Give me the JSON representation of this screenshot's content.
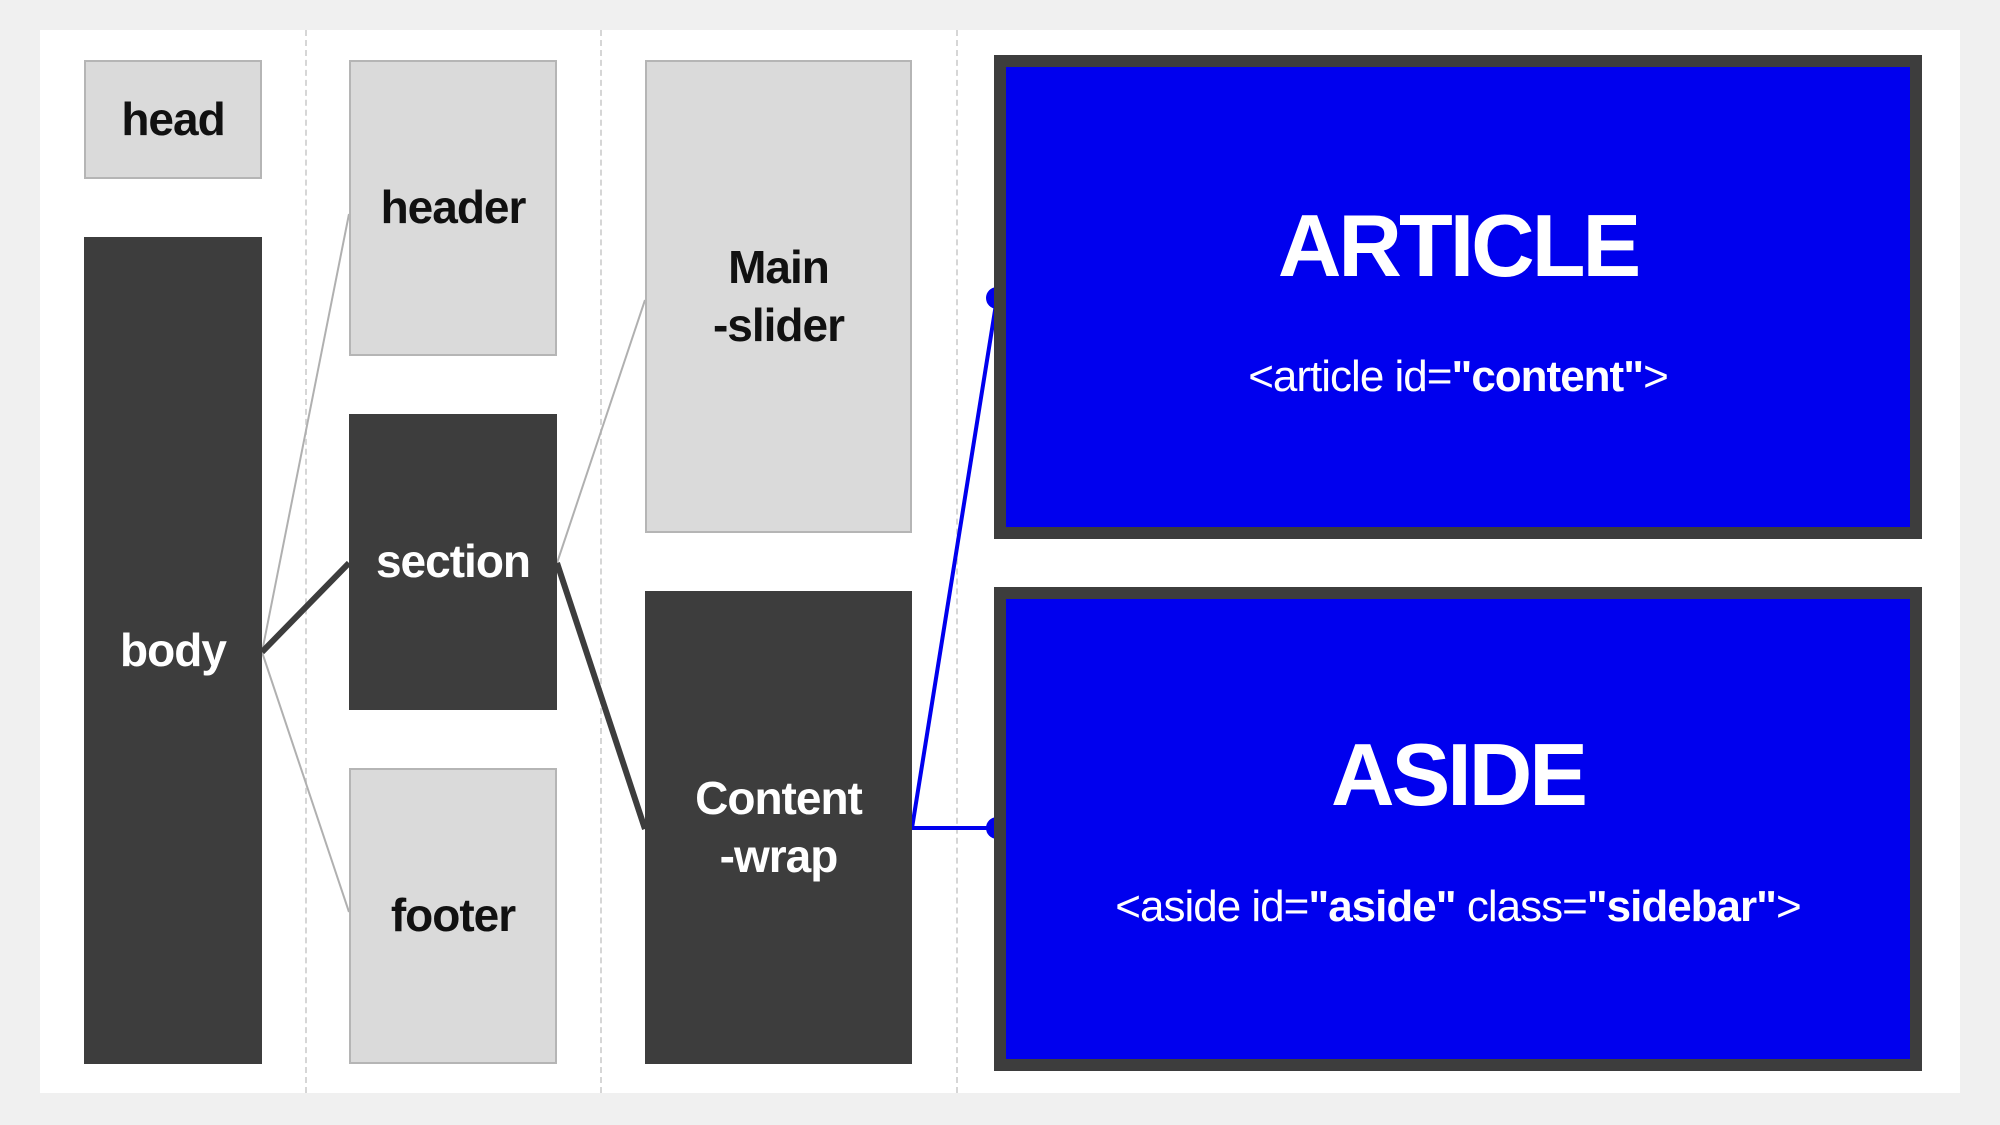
{
  "nodes": {
    "head": "head",
    "body": "body",
    "header": "header",
    "section": "section",
    "footer": "footer",
    "main_slider": [
      "Main",
      "-slider"
    ],
    "content_wrap": [
      "Content",
      "-wrap"
    ]
  },
  "article": {
    "title": "ARTICLE",
    "code_open": "<article id=",
    "id_value": "\"content\"",
    "code_close": ">"
  },
  "aside": {
    "title": "ASIDE",
    "code_open": "<aside id=",
    "id_value": "\"aside\"",
    "code_mid": " class=",
    "class_value": "\"sidebar\"",
    "code_close": ">"
  },
  "colors": {
    "background": "#f0f0f0",
    "canvas": "#ffffff",
    "dark_node": "#3d3d3d",
    "light_node": "#dadada",
    "accent_blue": "#0000ee"
  }
}
